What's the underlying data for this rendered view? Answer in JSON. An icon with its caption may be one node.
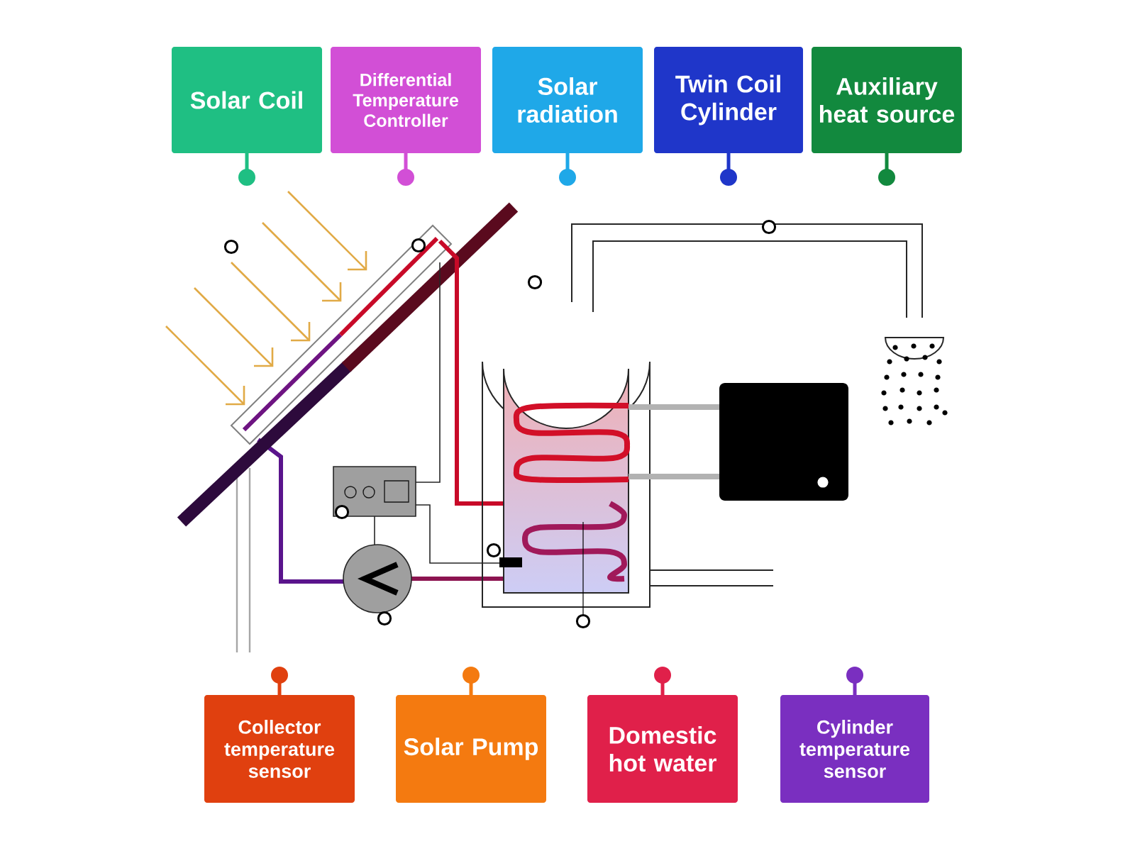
{
  "diagram": {
    "nodes": [
      {
        "text": [
          "Solar Coil"
        ]
      },
      {
        "text": [
          "Differential Temperature Controller"
        ]
      },
      {
        "text": [
          "Solar radiation"
        ]
      },
      {
        "text": [
          "Twin Coil Cylinder"
        ]
      },
      {
        "text": [
          "Auxiliary heat source"
        ]
      },
      {
        "text": [
          "Collector temperature sensor"
        ]
      },
      {
        "text": [
          "Solar Pump"
        ]
      },
      {
        "text": [
          "Domestic hot water"
        ]
      },
      {
        "text": [
          "Cylinder temperature sensor"
        ]
      }
    ]
  }
}
